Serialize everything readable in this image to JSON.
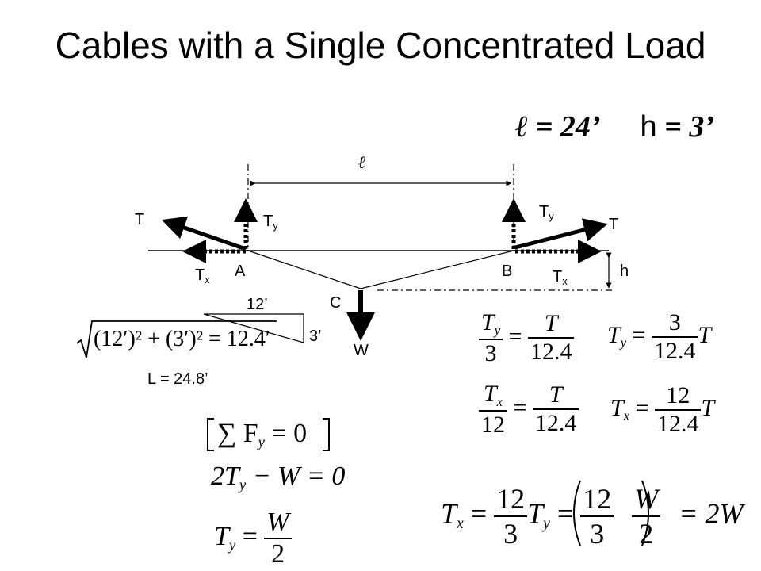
{
  "title": "Cables with a Single Concentrated Load",
  "params": {
    "l": "ℓ = 24’",
    "h_letter": "h",
    "h_value": " = 3’"
  },
  "labels": {
    "ell": "ℓ",
    "T_left": "T",
    "T_right": "T",
    "Ty": "T",
    "Ty_sub": "y",
    "Tx": "T",
    "Tx_sub": "x",
    "A": "A",
    "B": "B",
    "C": "C",
    "W": "W",
    "h": "h",
    "twelve": "12’",
    "three": "3’",
    "L": "L = 24.8’"
  },
  "equations": {
    "sqrt": "(12′)² + (3′)² = 12.4′",
    "sum": "∑ F",
    "sum_sub": "y",
    "sum_rhs": " = 0",
    "two_ty": "2T",
    "two_ty_sub": "y",
    "two_ty_rhs": " − W = 0",
    "ty_lhs": "T",
    "ty_sub": "y",
    "ty_eq": " = ",
    "w": "W",
    "two": "2",
    "three": "3",
    "twelve": "12",
    "t": "T",
    "twelve_four": "12.4",
    "eq": "=",
    "tx_final_rhs": " = 2W"
  },
  "colors": {
    "ink": "#000000",
    "background": "#ffffff"
  }
}
